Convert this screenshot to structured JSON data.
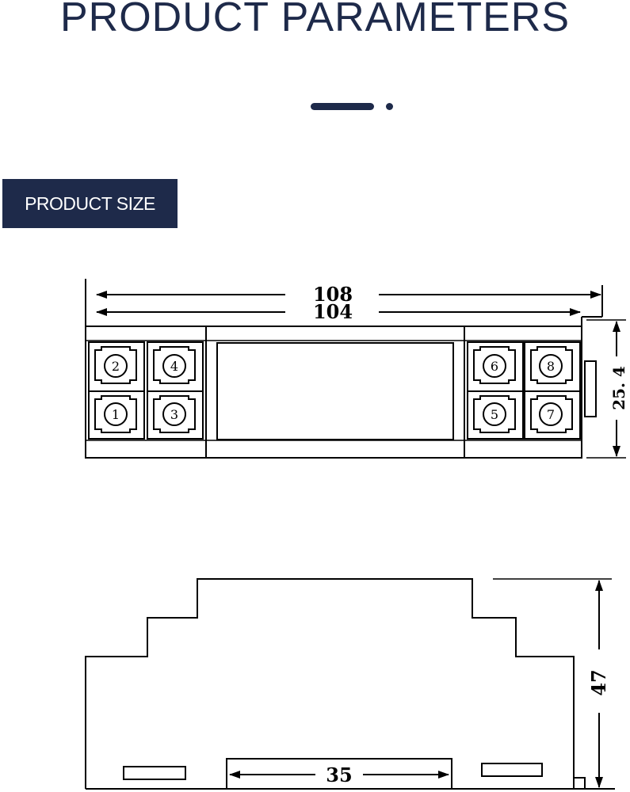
{
  "header": {
    "title": "PRODUCT PARAMETERS"
  },
  "section": {
    "label": "PRODUCT SIZE"
  },
  "drawing": {
    "dimensions": {
      "overall_width": "108",
      "inner_width": "104",
      "depth": "25. 4",
      "height": "47",
      "rail_width": "35"
    },
    "terminals": [
      "2",
      "4",
      "1",
      "3",
      "6",
      "8",
      "5",
      "7"
    ]
  },
  "colors": {
    "brand": "#1e2a4a",
    "line": "#000000"
  }
}
